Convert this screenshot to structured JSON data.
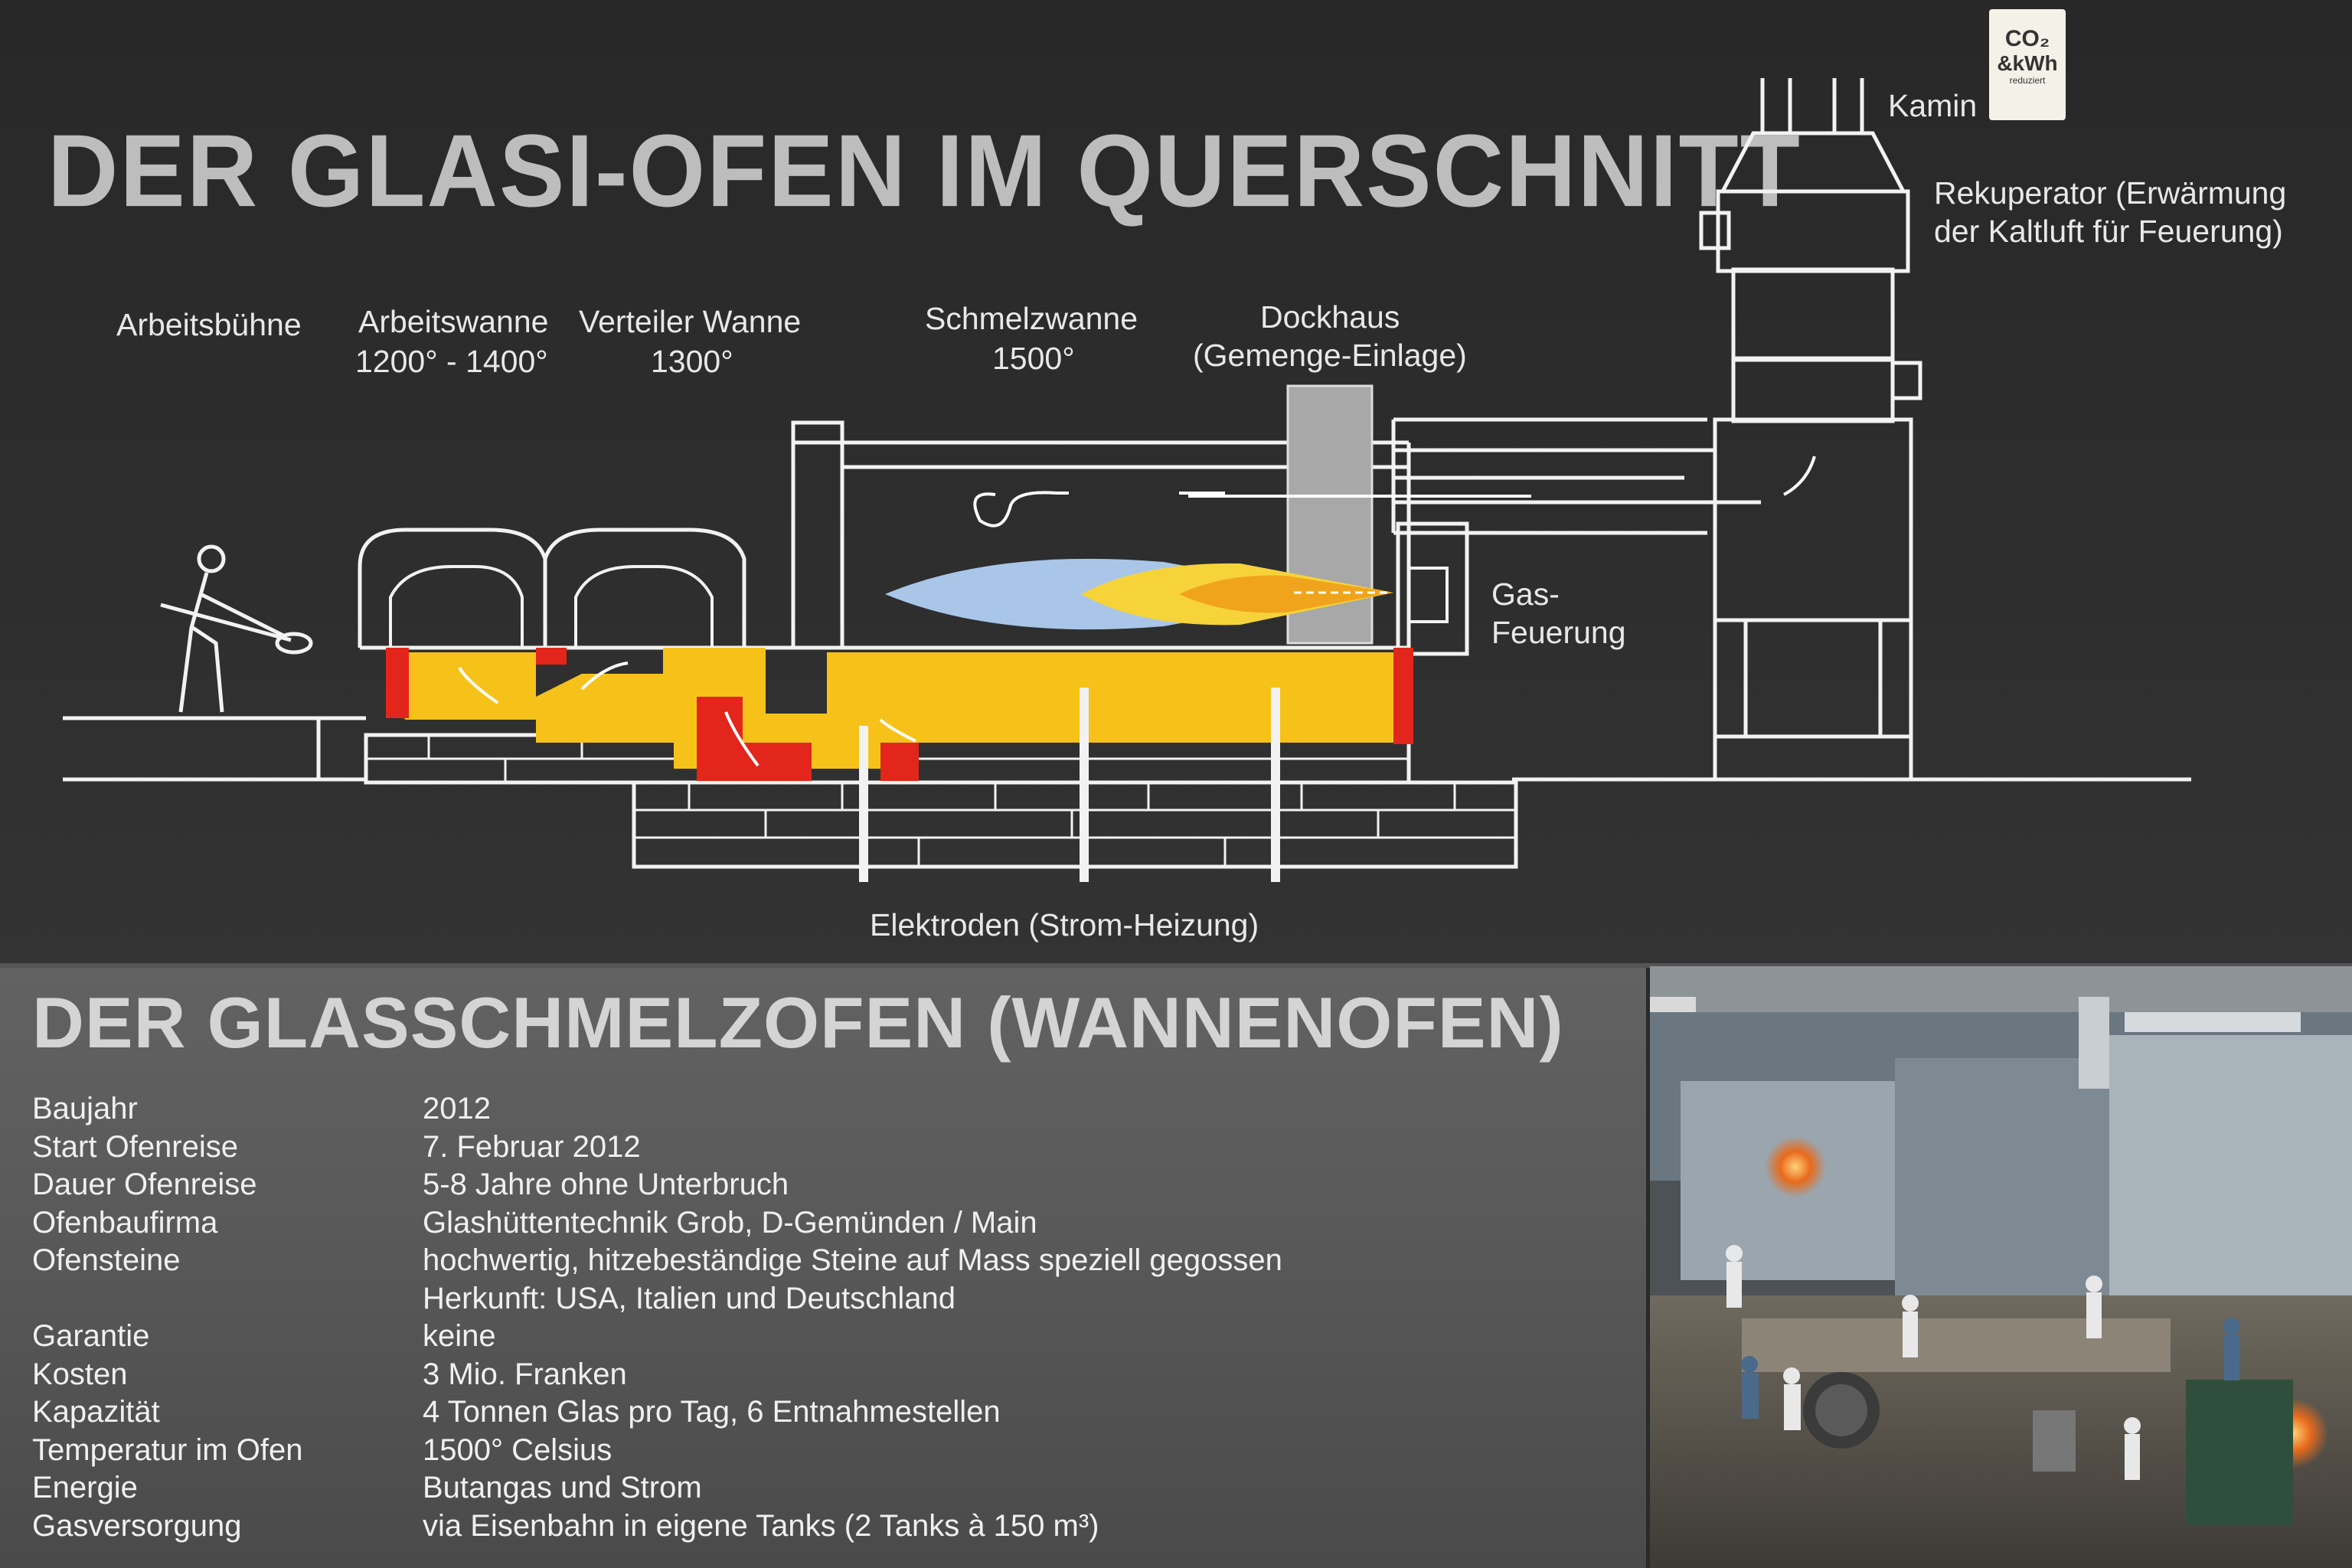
{
  "top_header": {
    "title": "DER GLASI-OFEN IM QUERSCHNITT",
    "badge": {
      "line1": "CO₂",
      "line2": "&kWh",
      "line3": "reduziert"
    }
  },
  "labels": {
    "kamin": "Kamin",
    "rekuperator_1": "Rekuperator (Erwärmung",
    "rekuperator_2": "der Kaltluft für Feuerung)",
    "arbeitsbuehne": "Arbeitsbühne",
    "arbeitswanne": "Arbeitswanne",
    "arbeitswanne_temp": "1200° - 1400°",
    "verteiler": "Verteiler Wanne",
    "verteiler_temp": "1300°",
    "schmelzwanne": "Schmelzwanne",
    "schmelzwanne_temp": "1500°",
    "dockhaus": "Dockhaus",
    "dockhaus_sub": "(Gemenge-Einlage)",
    "gas_1": "Gas-",
    "gas_2": "Feuerung",
    "elektroden": "Elektroden (Strom-Heizung)"
  },
  "colors": {
    "line": "#f2f2f2",
    "glass_yellow": "#f6c21a",
    "refractory_red": "#e2261c",
    "flame_blue": "#a9c6e8",
    "flame_yellow": "#f7d33a",
    "flame_orange": "#f0a41c",
    "dockhaus_gray": "#a8a8a8"
  },
  "specs": {
    "title": "DER GLASSCHMELZOFEN (WANNENOFEN)",
    "rows": [
      {
        "key": "Baujahr",
        "value": "2012"
      },
      {
        "key": "Start Ofenreise",
        "value": "7. Februar 2012"
      },
      {
        "key": "Dauer Ofenreise",
        "value": "5-8 Jahre ohne Unterbruch"
      },
      {
        "key": "Ofenbaufirma",
        "value": "Glashüttentechnik Grob, D-Gemünden / Main"
      },
      {
        "key": "Ofensteine",
        "value": "hochwertig, hitzebeständige Steine auf Mass speziell gegossen"
      },
      {
        "key": "",
        "value": "Herkunft: USA, Italien und Deutschland"
      },
      {
        "key": "Garantie",
        "value": "keine"
      },
      {
        "key": "Kosten",
        "value": "3 Mio. Franken"
      },
      {
        "key": "Kapazität",
        "value": "4 Tonnen Glas pro Tag, 6 Entnahmestellen"
      },
      {
        "key": "Temperatur im Ofen",
        "value": "1500° Celsius"
      },
      {
        "key": "Energie",
        "value": "Butangas und Strom"
      },
      {
        "key": "Gasversorgung",
        "value": "via Eisenbahn in eigene Tanks (2 Tanks à 150 m³)"
      }
    ]
  }
}
